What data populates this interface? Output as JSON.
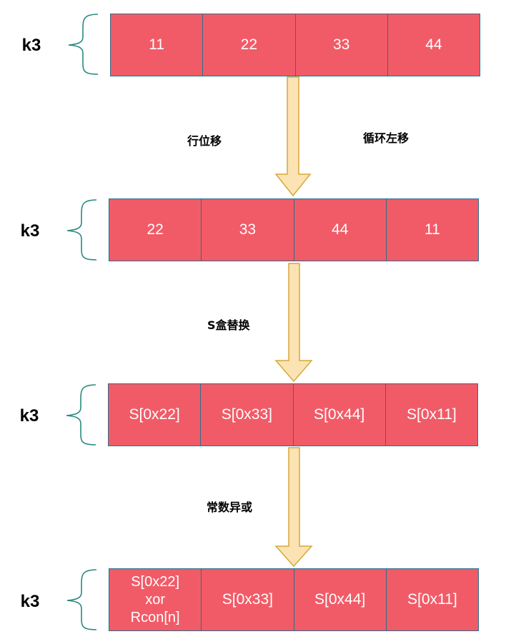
{
  "rows": [
    {
      "label": "k3",
      "cells": [
        "11",
        "22",
        "33",
        "44"
      ]
    },
    {
      "label": "k3",
      "cells": [
        "22",
        "33",
        "44",
        "11"
      ]
    },
    {
      "label": "k3",
      "cells": [
        "S[0x22]",
        "S[0x33]",
        "S[0x44]",
        "S[0x11]"
      ]
    },
    {
      "label": "k3",
      "cells": [
        "S[0x22]\nxor\nRcon[n]",
        "S[0x33]",
        "S[0x44]",
        "S[0x11]"
      ]
    }
  ],
  "steps": {
    "shift_left": "行位移",
    "shift_right": "循环左移",
    "sbox": "S盒替换",
    "rcon": "常数异或"
  },
  "colors": {
    "cell_fill": "#f15b67",
    "cell_border": "#2a6f8a",
    "brace": "#2a8a80",
    "arrow_fill": "#fce3b4",
    "arrow_stroke": "#d6a83a"
  }
}
